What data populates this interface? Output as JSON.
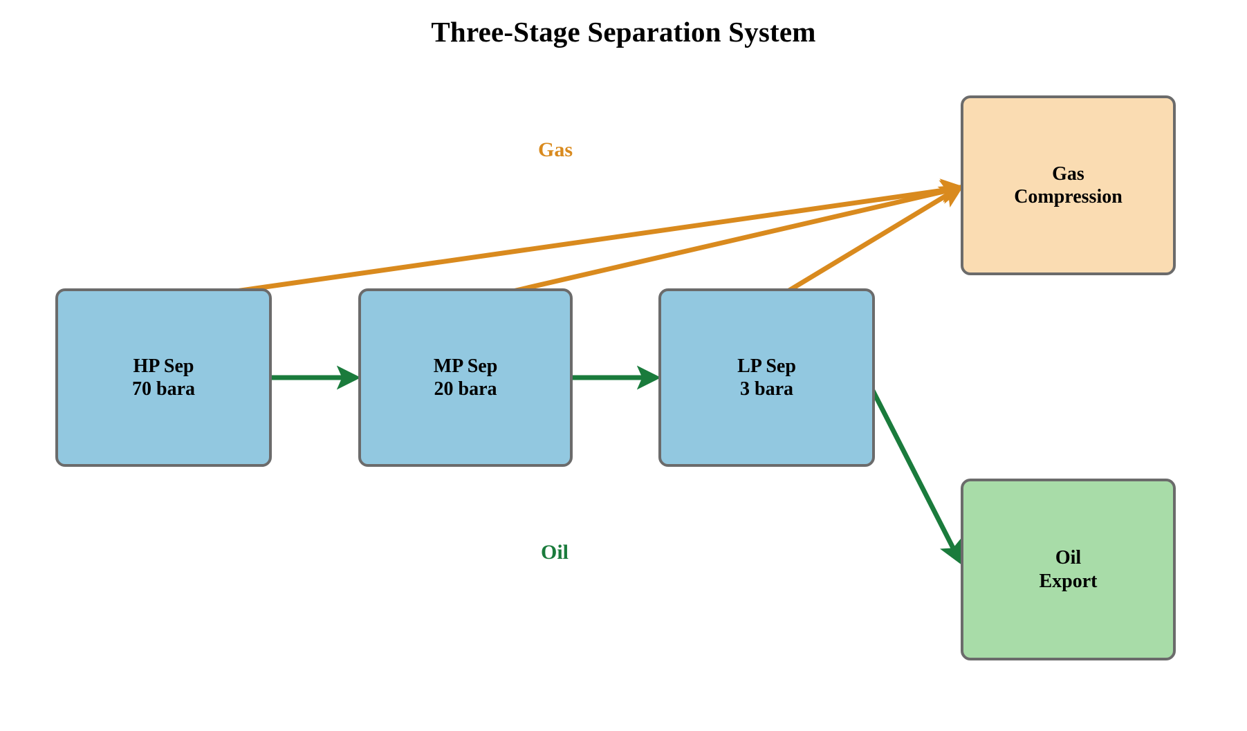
{
  "title": "Three-Stage Separation System",
  "colors": {
    "separator_fill": "#92c8e0",
    "gas_box_fill": "#fadcb2",
    "oil_box_fill": "#a8dca8",
    "node_border": "#6b6b6b",
    "gas_stream": "#d98a1e",
    "oil_stream": "#1a7b3c",
    "background": "#ffffff",
    "text": "#000000"
  },
  "nodes": [
    {
      "id": "hp_sep",
      "label": "HP Sep\n70 bara",
      "line1": "HP Sep",
      "line2": "70 bara"
    },
    {
      "id": "mp_sep",
      "label": "MP Sep\n20 bara",
      "line1": "MP Sep",
      "line2": "20 bara"
    },
    {
      "id": "lp_sep",
      "label": "LP Sep\n3 bara",
      "line1": "LP Sep",
      "line2": "3 bara"
    },
    {
      "id": "gas_comp",
      "label": "Gas\nCompression",
      "line1": "Gas",
      "line2": "Compression"
    },
    {
      "id": "oil_exp",
      "label": "Oil\nExport",
      "line1": "Oil",
      "line2": "Export"
    }
  ],
  "stream_labels": {
    "gas": "Gas",
    "oil": "Oil"
  },
  "edges": [
    {
      "id": "hp-gas",
      "from": "hp_sep",
      "to": "gas_comp",
      "stream": "gas"
    },
    {
      "id": "mp-gas",
      "from": "mp_sep",
      "to": "gas_comp",
      "stream": "gas"
    },
    {
      "id": "lp-gas",
      "from": "lp_sep",
      "to": "gas_comp",
      "stream": "gas"
    },
    {
      "id": "hp-mp",
      "from": "hp_sep",
      "to": "mp_sep",
      "stream": "oil"
    },
    {
      "id": "mp-lp",
      "from": "mp_sep",
      "to": "lp_sep",
      "stream": "oil"
    },
    {
      "id": "lp-oil",
      "from": "lp_sep",
      "to": "oil_exp",
      "stream": "oil"
    }
  ]
}
